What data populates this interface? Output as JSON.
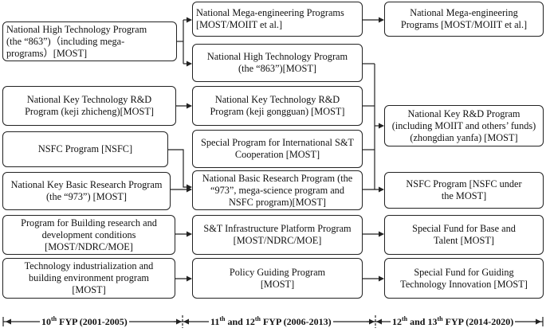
{
  "col1": [
    {
      "id": "c1-863",
      "text": "National High Technology Program\n(the “863”)（including mega-\nprograms）[MOST]"
    },
    {
      "id": "c1-keji",
      "text": "National Key Technology R&D\nProgram (keji zhicheng)[MOST]"
    },
    {
      "id": "c1-nsfc",
      "text": "NSFC Program  [NSFC]"
    },
    {
      "id": "c1-973",
      "text": "National Key Basic Research Program\n(the “973”) [MOST]"
    },
    {
      "id": "c1-building",
      "text": "Program for Building research and\ndevelopment conditions\n[MOST/NDRC/MOE]"
    },
    {
      "id": "c1-industrial",
      "text": "Technology industrialization and\nbuilding environment program\n[MOST]"
    }
  ],
  "col2": [
    {
      "id": "c2-mega",
      "text": "National Mega-engineering Programs\n[MOST/MOIIT  et al.]"
    },
    {
      "id": "c2-863",
      "text": "National High Technology Program\n(the “863”)[MOST]"
    },
    {
      "id": "c2-keji",
      "text": "National Key Technology R&D\nProgram (keji gongguan) [MOST]"
    },
    {
      "id": "c2-intl",
      "text": "Special Program for International S&T\nCooperation [MOST]"
    },
    {
      "id": "c2-basic",
      "text": "National Basic Research Program (the\n“973”, mega-science program and\nNSFC program)[MOST]"
    },
    {
      "id": "c2-infra",
      "text": "S&T Infrastructure Platform Program\n[MOST/NDRC/MOE]"
    },
    {
      "id": "c2-policy",
      "text": "Policy Guiding Program\n[MOST]"
    }
  ],
  "col3": [
    {
      "id": "c3-mega",
      "text": "National Mega-engineering\nPrograms [MOST/MOIIT et al.]"
    },
    {
      "id": "c3-keyrd",
      "text": "National Key R&D Program\n(including MOIIT and others’ funds)\n(zhongdian yanfa) [MOST]"
    },
    {
      "id": "c3-nsfc",
      "text": "NSFC Program [NSFC under\nthe MOST]"
    },
    {
      "id": "c3-base",
      "text": "Special Fund for Base and\nTalent [MOST]"
    },
    {
      "id": "c3-guiding",
      "text": "Special Fund for Guiding\nTechnology Innovation [MOST]"
    }
  ],
  "timeline": {
    "p1": {
      "ord": "10",
      "sup": "th",
      "rest": " FYP (2001-2005)"
    },
    "p2": {
      "ord": "11",
      "sup": "th",
      "mid": " and 12",
      "sup2": "th",
      "rest": " FYP (2006-2013)"
    },
    "p3": {
      "ord": "12",
      "sup": "th",
      "mid": " and 13",
      "sup2": "th",
      "rest": " FYP (2014-2020)"
    }
  }
}
